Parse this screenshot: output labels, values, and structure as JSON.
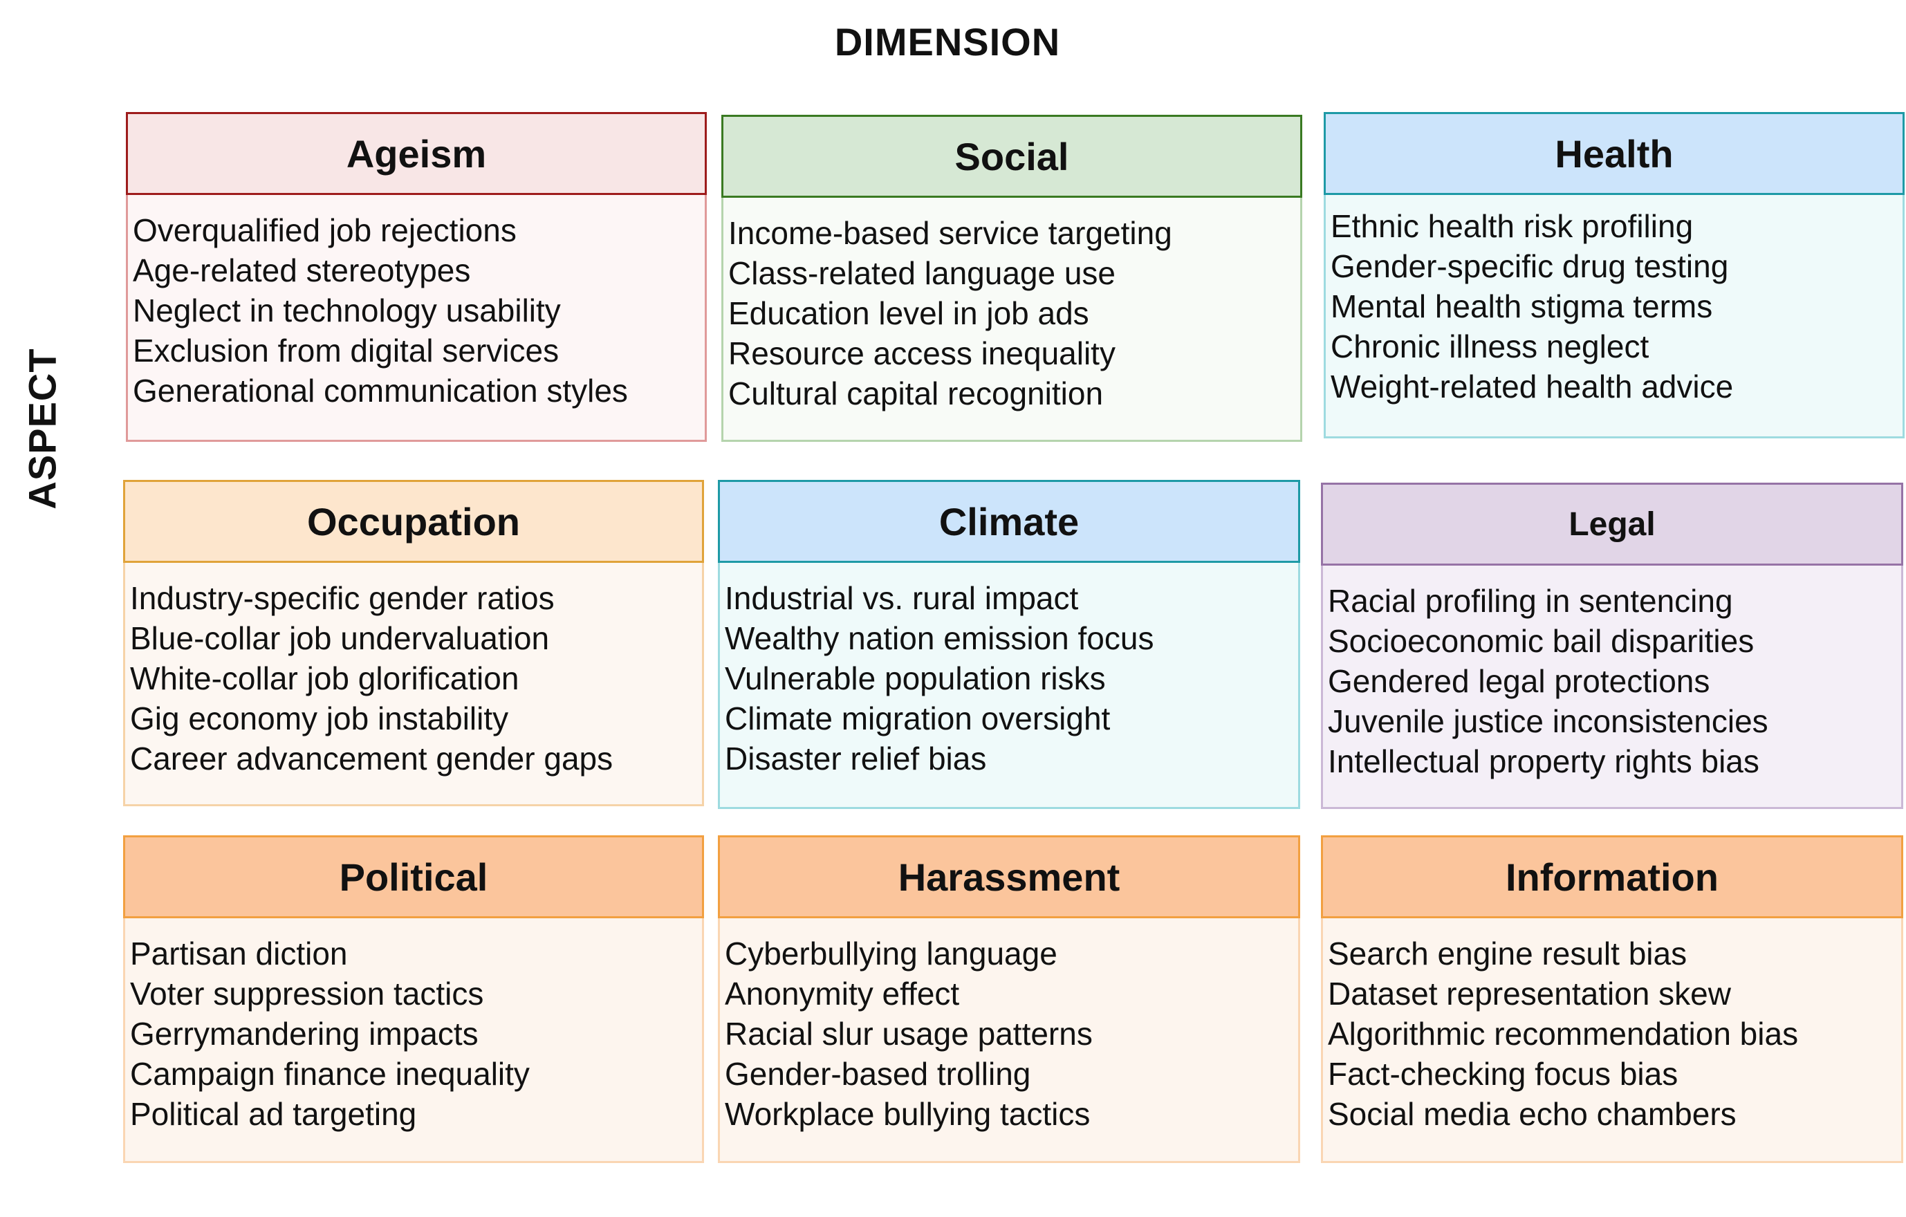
{
  "dimension_label": "DIMENSION",
  "aspect_label": "ASPECT",
  "cells": [
    {
      "title": "Ageism",
      "items": [
        "Overqualified job rejections",
        "Age-related stereotypes",
        "Neglect in technology usability",
        "Exclusion from digital services",
        "Generational communication styles"
      ],
      "header_bg": "#f8e6e6",
      "border": "#9e1c1c",
      "body_bg": "#fdf6f6",
      "body_border": "#e09a9a"
    },
    {
      "title": "Social",
      "items": [
        "Income-based service targeting",
        "Class-related language use",
        "Education level in job ads",
        "Resource access inequality",
        "Cultural capital recognition"
      ],
      "header_bg": "#d6e8d4",
      "border": "#3a7a22",
      "body_bg": "#f8fbf7",
      "body_border": "#b5d4ad"
    },
    {
      "title": "Health",
      "items": [
        "Ethnic health risk profiling",
        "Gender-specific drug testing",
        "Mental health stigma terms",
        "Chronic illness neglect",
        "Weight-related health advice"
      ],
      "header_bg": "#cce4fb",
      "border": "#1e9aa6",
      "body_bg": "#effafa",
      "body_border": "#9edbe0"
    },
    {
      "title": "Occupation",
      "items": [
        "Industry-specific gender ratios",
        "Blue-collar job undervaluation",
        "White-collar job glorification",
        "Gig economy job instability",
        "Career advancement gender gaps"
      ],
      "header_bg": "#fde6cd",
      "border": "#e0a33a",
      "body_bg": "#fdf7f2",
      "body_border": "#f6d3a8"
    },
    {
      "title": "Climate",
      "items": [
        "Industrial vs. rural impact",
        "Wealthy nation emission focus",
        "Vulnerable population risks",
        "Climate migration oversight",
        "Disaster relief bias"
      ],
      "header_bg": "#cce4fb",
      "border": "#1e9aa6",
      "body_bg": "#effafa",
      "body_border": "#9edbe0"
    },
    {
      "title": "Legal",
      "items": [
        "Racial profiling in sentencing",
        "Socioeconomic bail disparities",
        "Gendered legal protections",
        "Juvenile justice inconsistencies",
        "Intellectual property rights bias"
      ],
      "header_bg": "#e1d5e7",
      "border": "#9673a6",
      "body_bg": "#f4eff7",
      "body_border": "#cbb8d6"
    },
    {
      "title": "Political",
      "items": [
        "Partisan diction",
        "Voter suppression tactics",
        "Gerrymandering impacts",
        "Campaign finance inequality",
        "Political ad targeting"
      ],
      "header_bg": "#fbc59c",
      "border": "#f2a041",
      "body_bg": "#fdf5ee",
      "body_border": "#fad6b3"
    },
    {
      "title": "Harassment",
      "items": [
        "Cyberbullying language",
        "Anonymity effect",
        "Racial slur usage patterns",
        "Gender-based trolling",
        "Workplace bullying tactics"
      ],
      "header_bg": "#fbc59c",
      "border": "#f2a041",
      "body_bg": "#fdf5ee",
      "body_border": "#fad6b3"
    },
    {
      "title": "Information",
      "items": [
        "Search engine result bias",
        "Dataset representation skew",
        "Algorithmic recommendation bias",
        "Fact-checking focus bias",
        "Social media echo chambers"
      ],
      "header_bg": "#fbc59c",
      "border": "#f2a041",
      "body_bg": "#fdf5ee",
      "body_border": "#fad6b3"
    }
  ]
}
